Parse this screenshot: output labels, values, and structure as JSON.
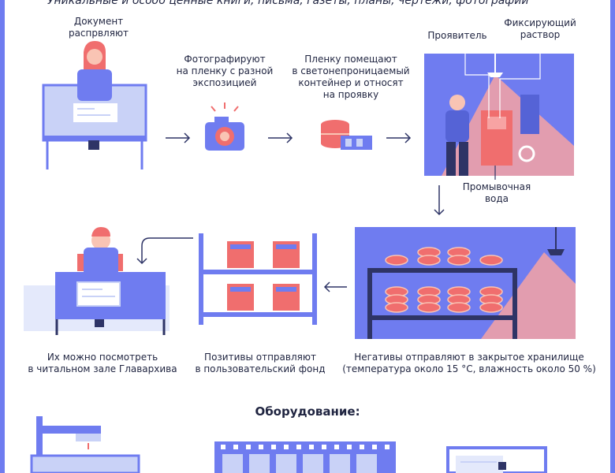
{
  "header": {
    "title": "Уникальные и особо ценные книги, письма, газеты, планы, чертежи, фотографии"
  },
  "steps": {
    "step1": "Документ\nраспрвляют",
    "step2": "Фотографируют\nна пленку с разной\nэкспозицией",
    "step3": "Пленку помещают\nв светонепроницаемый\nконтейнер и относят\nна проявку",
    "developer": "Проявитель",
    "fixer": "Фиксирующий\nраствор",
    "wash": "Промывочная\nвода",
    "negatives": "Негативы отправляют в закрытое хранилище\n(температура около 15 °С, влажность около 50 %)",
    "positives": "Позитивы отправляют\nв пользовательский фонд",
    "reading": "Их можно посмотреть\nв читальном зале Главархива"
  },
  "equipment": {
    "title": "Оборудование:"
  },
  "colors": {
    "primary": "#6f7cf0",
    "light": "#c9d2f7",
    "pale": "#e4e9fb",
    "accent": "#f06e6e",
    "pink": "#f7a3a3",
    "dark": "#2e3466"
  }
}
